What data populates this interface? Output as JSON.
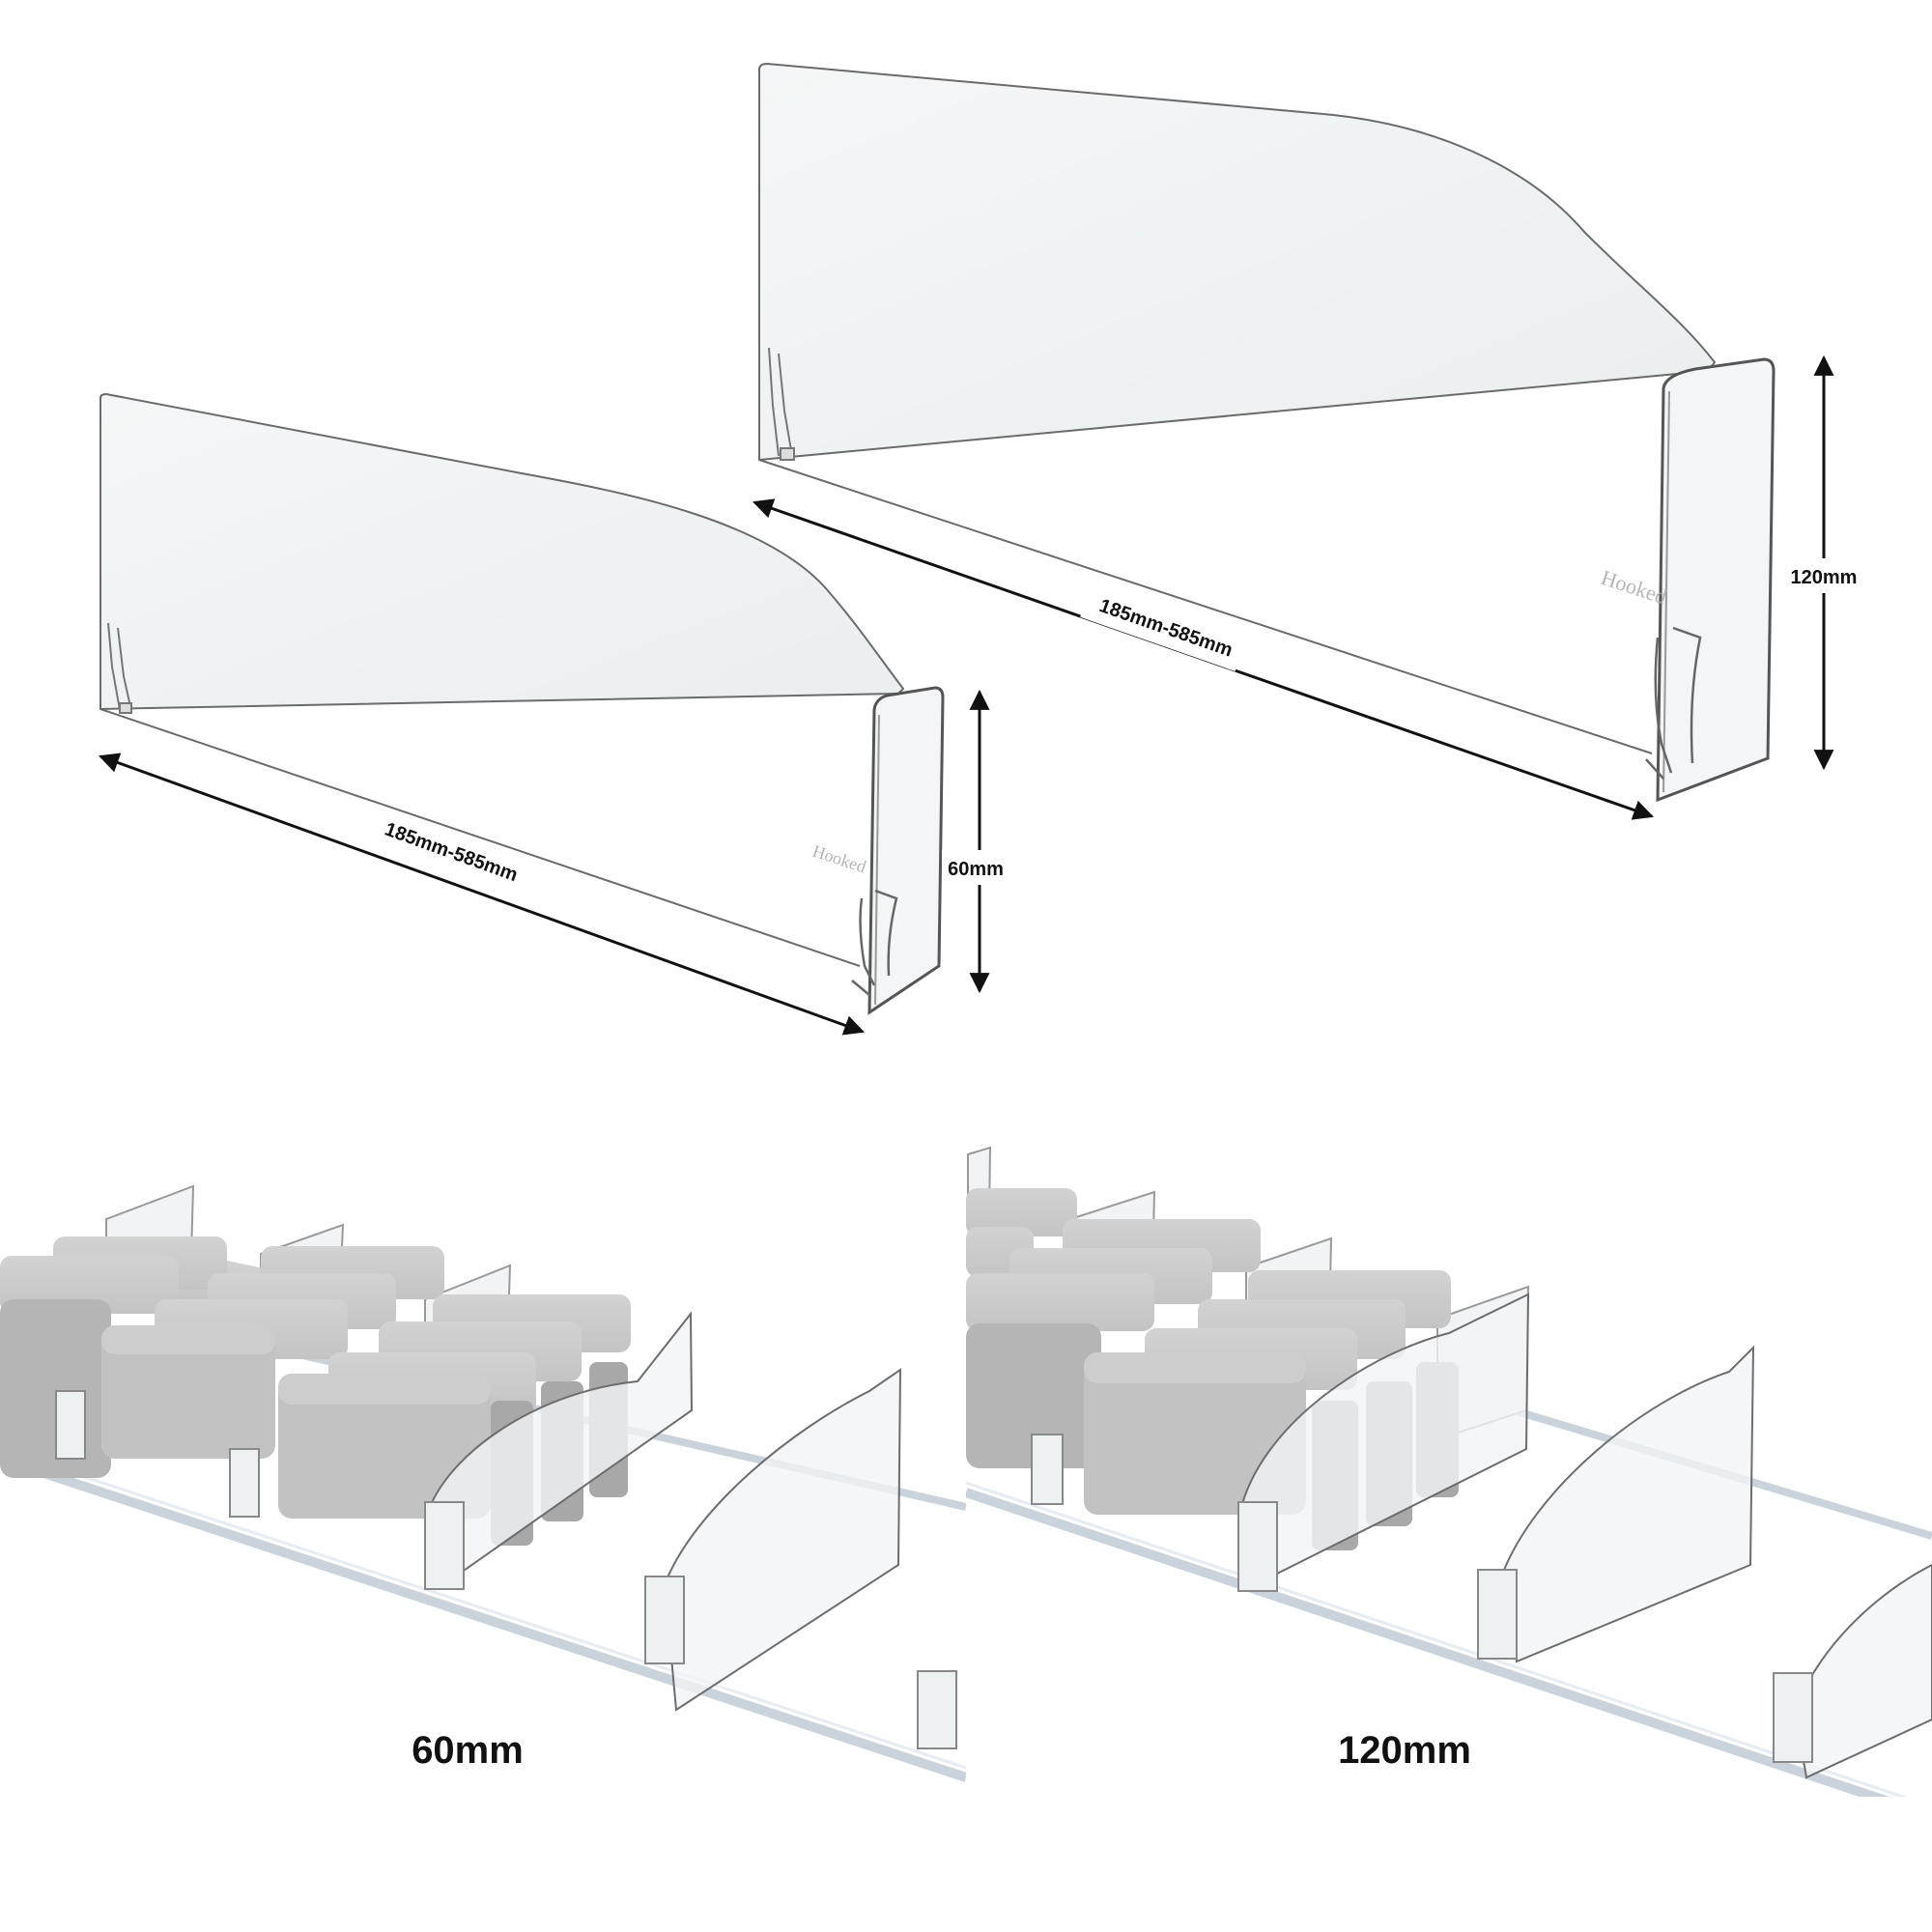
{
  "dividers": {
    "small": {
      "length_label": "185mm-585mm",
      "height_label": "60mm",
      "brand_mark": "Hooked"
    },
    "large": {
      "length_label": "185mm-585mm",
      "height_label": "120mm",
      "brand_mark": "Hooked"
    }
  },
  "captions": {
    "small": "60mm",
    "large": "120mm"
  },
  "colors": {
    "acrylic_edge": "#5a5a5a",
    "product_block": "#bdbdbd",
    "rail": "#c9d3dc",
    "arrow": "#111111"
  }
}
